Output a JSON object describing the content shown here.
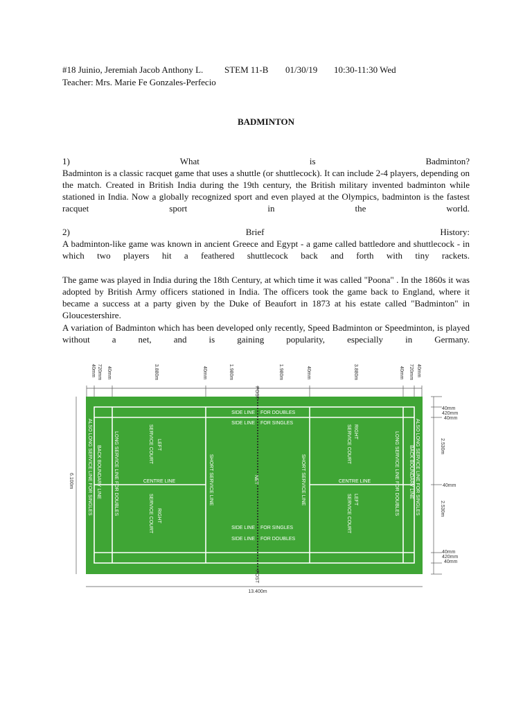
{
  "header": {
    "student": "#18 Juinio, Jeremiah Jacob Anthony L.",
    "section": "STEM 11-B",
    "date": "01/30/19",
    "time": "10:30-11:30 Wed",
    "teacher": "Teacher: Mrs. Marie Fe Gonzales-Perfecio"
  },
  "title": "BADMINTON",
  "q1": {
    "heading": [
      "1)",
      "What",
      "is",
      "Badminton?"
    ],
    "body": "Badminton is a classic racquet game that uses a shuttle (or shuttlecock). It can include 2-4 players, depending on the match. Created in British India during the 19th century, the British military invented badminton while stationed in India. Now a globally recognized sport and even played at the Olympics, badminton is the fastest racquet sport in the world."
  },
  "q2": {
    "heading": [
      "2)",
      "Brief",
      "History:"
    ],
    "p1": "A badminton-like game was known in ancient Greece and Egypt - a game called battledore and shuttlecock - in which two players hit a feathered shuttlecock back and forth with tiny rackets.",
    "p2": "The game was played in India during the 18th Century, at which time it was called \"Poona\" . In the 1860s it was adopted by British Army officers stationed in India. The officers took the game back to England, where it became a success at a party given by the Duke of Beaufort in 1873 at his estate called \"Badminton\" in Gloucestershire.",
    "p3": "A variation of Badminton which has been developed only recently, Speed Badminton or Speedminton, is played without a net, and is gaining popularity, especially in Germany."
  },
  "diagram": {
    "colors": {
      "court": "#3fa535",
      "lines": "#ffffff",
      "net": "#222222",
      "dim": "#333333"
    },
    "top_dims": [
      "40mm",
      "720mm",
      "40mm",
      "3.880m",
      "40mm",
      "1.980m",
      "1.980m",
      "40mm",
      "3.880m",
      "40mm",
      "720mm",
      "40mm"
    ],
    "right_dims": [
      "40mm",
      "420mm",
      "40mm",
      "2.530m",
      "40mm",
      "2.530m",
      "40mm",
      "420mm",
      "40mm"
    ],
    "left_dim": "6.100m",
    "bottom_dim": "13.400m",
    "post_top": "POST",
    "post_bottom": "POST",
    "side_line": "SIDE LINE",
    "for_doubles": "FOR DOUBLES",
    "for_singles": "FOR SINGLES",
    "centre_line": "CENTRE LINE",
    "net": "NET",
    "short_service_line": "SHORT SERVICE LINE",
    "long_service_doubles": "LONG SERVICE LINE FOR DOUBLES",
    "back_boundary": "BACK BOUNDARY LINE",
    "also_long_singles": "ALSO LONG SERVICE LINE FOR SINGLES",
    "left_service_court": [
      "LEFT",
      "SERVICE COURT"
    ],
    "right_service_court": [
      "RIGHT",
      "SERVICE COURT"
    ]
  }
}
